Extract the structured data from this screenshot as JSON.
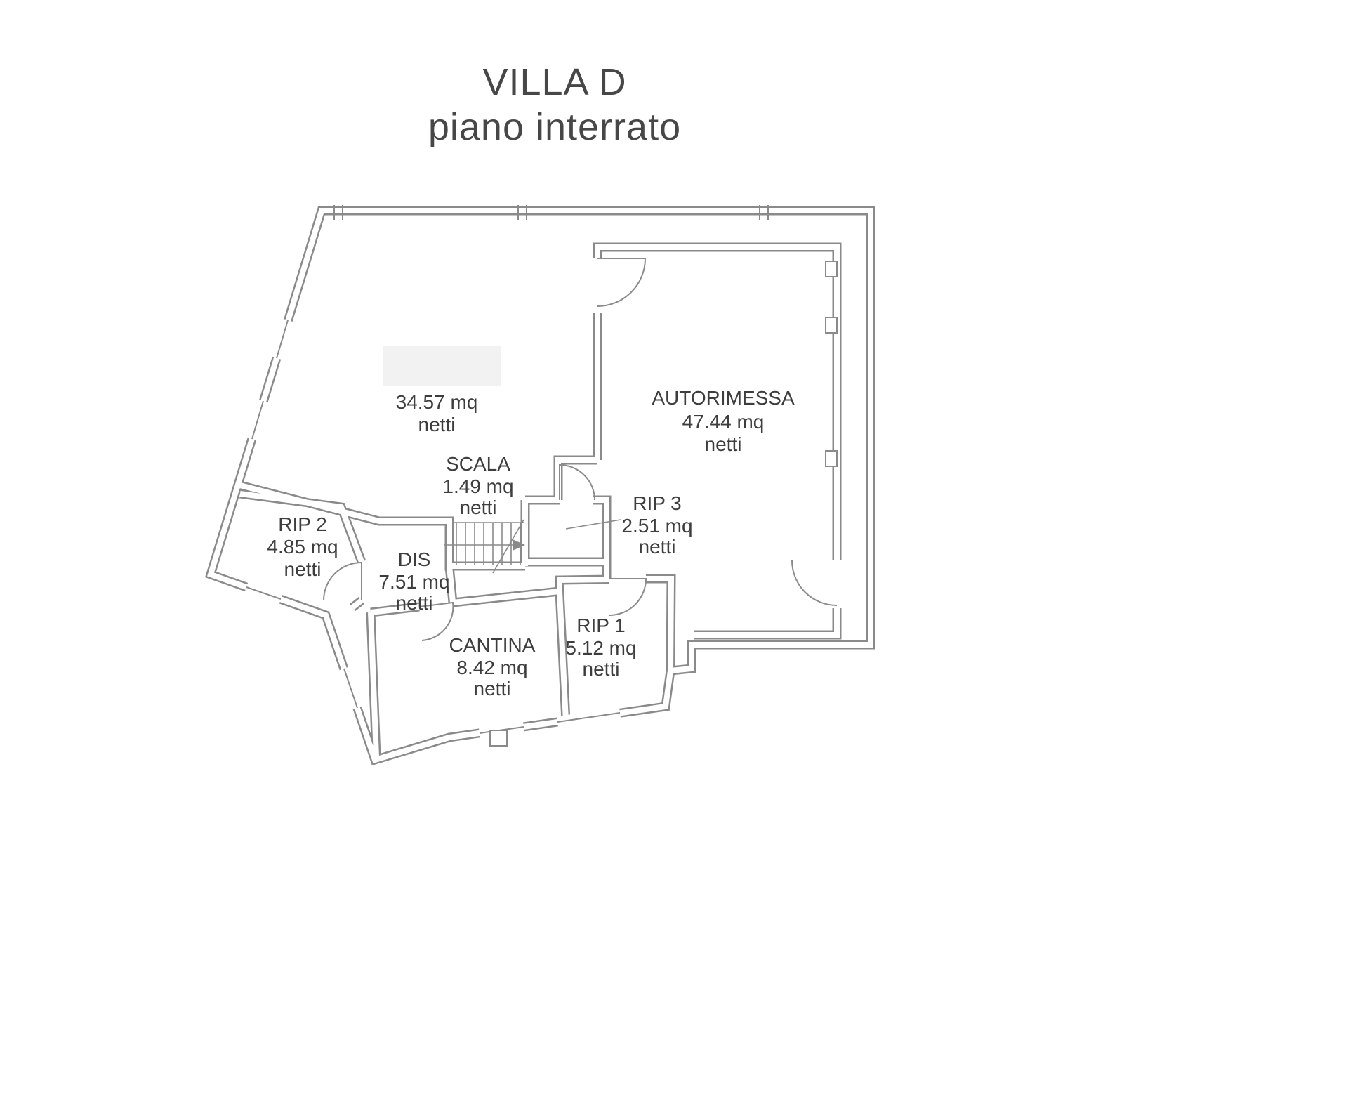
{
  "title": {
    "line1": "VILLA D",
    "line2": "piano interrato"
  },
  "rooms": [
    {
      "name": "",
      "area": "34.57 mq",
      "netti": "netti"
    },
    {
      "name": "AUTORIMESSA",
      "area": "47.44 mq",
      "netti": "netti"
    },
    {
      "name": "SCALA",
      "area": "1.49 mq",
      "netti": "netti"
    },
    {
      "name": "RIP 3",
      "area": "2.51 mq",
      "netti": "netti"
    },
    {
      "name": "RIP 2",
      "area": "4.85 mq",
      "netti": "netti"
    },
    {
      "name": "DIS",
      "area": "7.51 mq",
      "netti": "netti"
    },
    {
      "name": "CANTINA",
      "area": "8.42 mq",
      "netti": "netti"
    },
    {
      "name": "RIP 1",
      "area": "5.12 mq",
      "netti": "netti"
    }
  ],
  "colors": {
    "wall": "#8a8a8a",
    "label_text": "#3d3d3d",
    "title_text": "#474747",
    "redaction_box": "#f2f2f2",
    "background": "#ffffff"
  }
}
